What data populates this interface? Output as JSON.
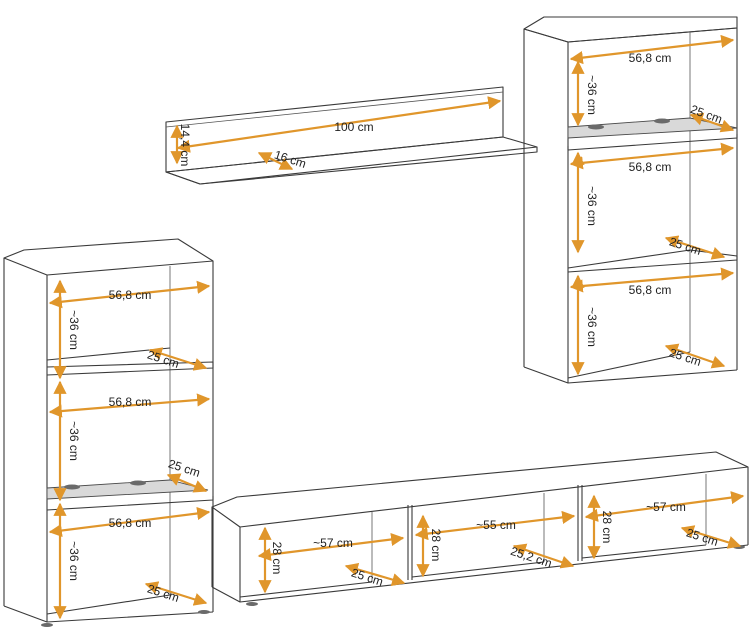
{
  "colors": {
    "dimension": "#e0962b",
    "outline": "#3a3a3a",
    "glass": "#d9d9d9"
  },
  "wall_shelf": {
    "height": "14,4 cm",
    "width": "100 cm",
    "depth": "16 cm"
  },
  "right_cabinet": {
    "width_top": "56,8 cm",
    "width_mid": "56,8 cm",
    "width_bottom": "56,8 cm",
    "height_top": "~36 cm",
    "height_mid": "~36 cm",
    "height_bottom": "~36 cm",
    "depth_glass": "25 cm",
    "depth_mid": "25 cm",
    "depth_bottom": "25 cm"
  },
  "left_cabinet": {
    "width_top": "56,8 cm",
    "width_mid": "56,8 cm",
    "width_bottom": "56,8 cm",
    "height_top": "~36 cm",
    "height_mid": "~36 cm",
    "height_bottom": "~36 cm",
    "depth_top": "25 cm",
    "depth_glass": "25 cm",
    "depth_bottom": "25 cm"
  },
  "tv_stand": {
    "left_width": "~57 cm",
    "left_height": "28 cm",
    "left_depth": "25 cm",
    "center_width": "~55 cm",
    "center_height": "28 cm",
    "center_depth": "25,2 cm",
    "right_width": "~57 cm",
    "right_height": "28 cm",
    "right_depth": "25 cm"
  }
}
